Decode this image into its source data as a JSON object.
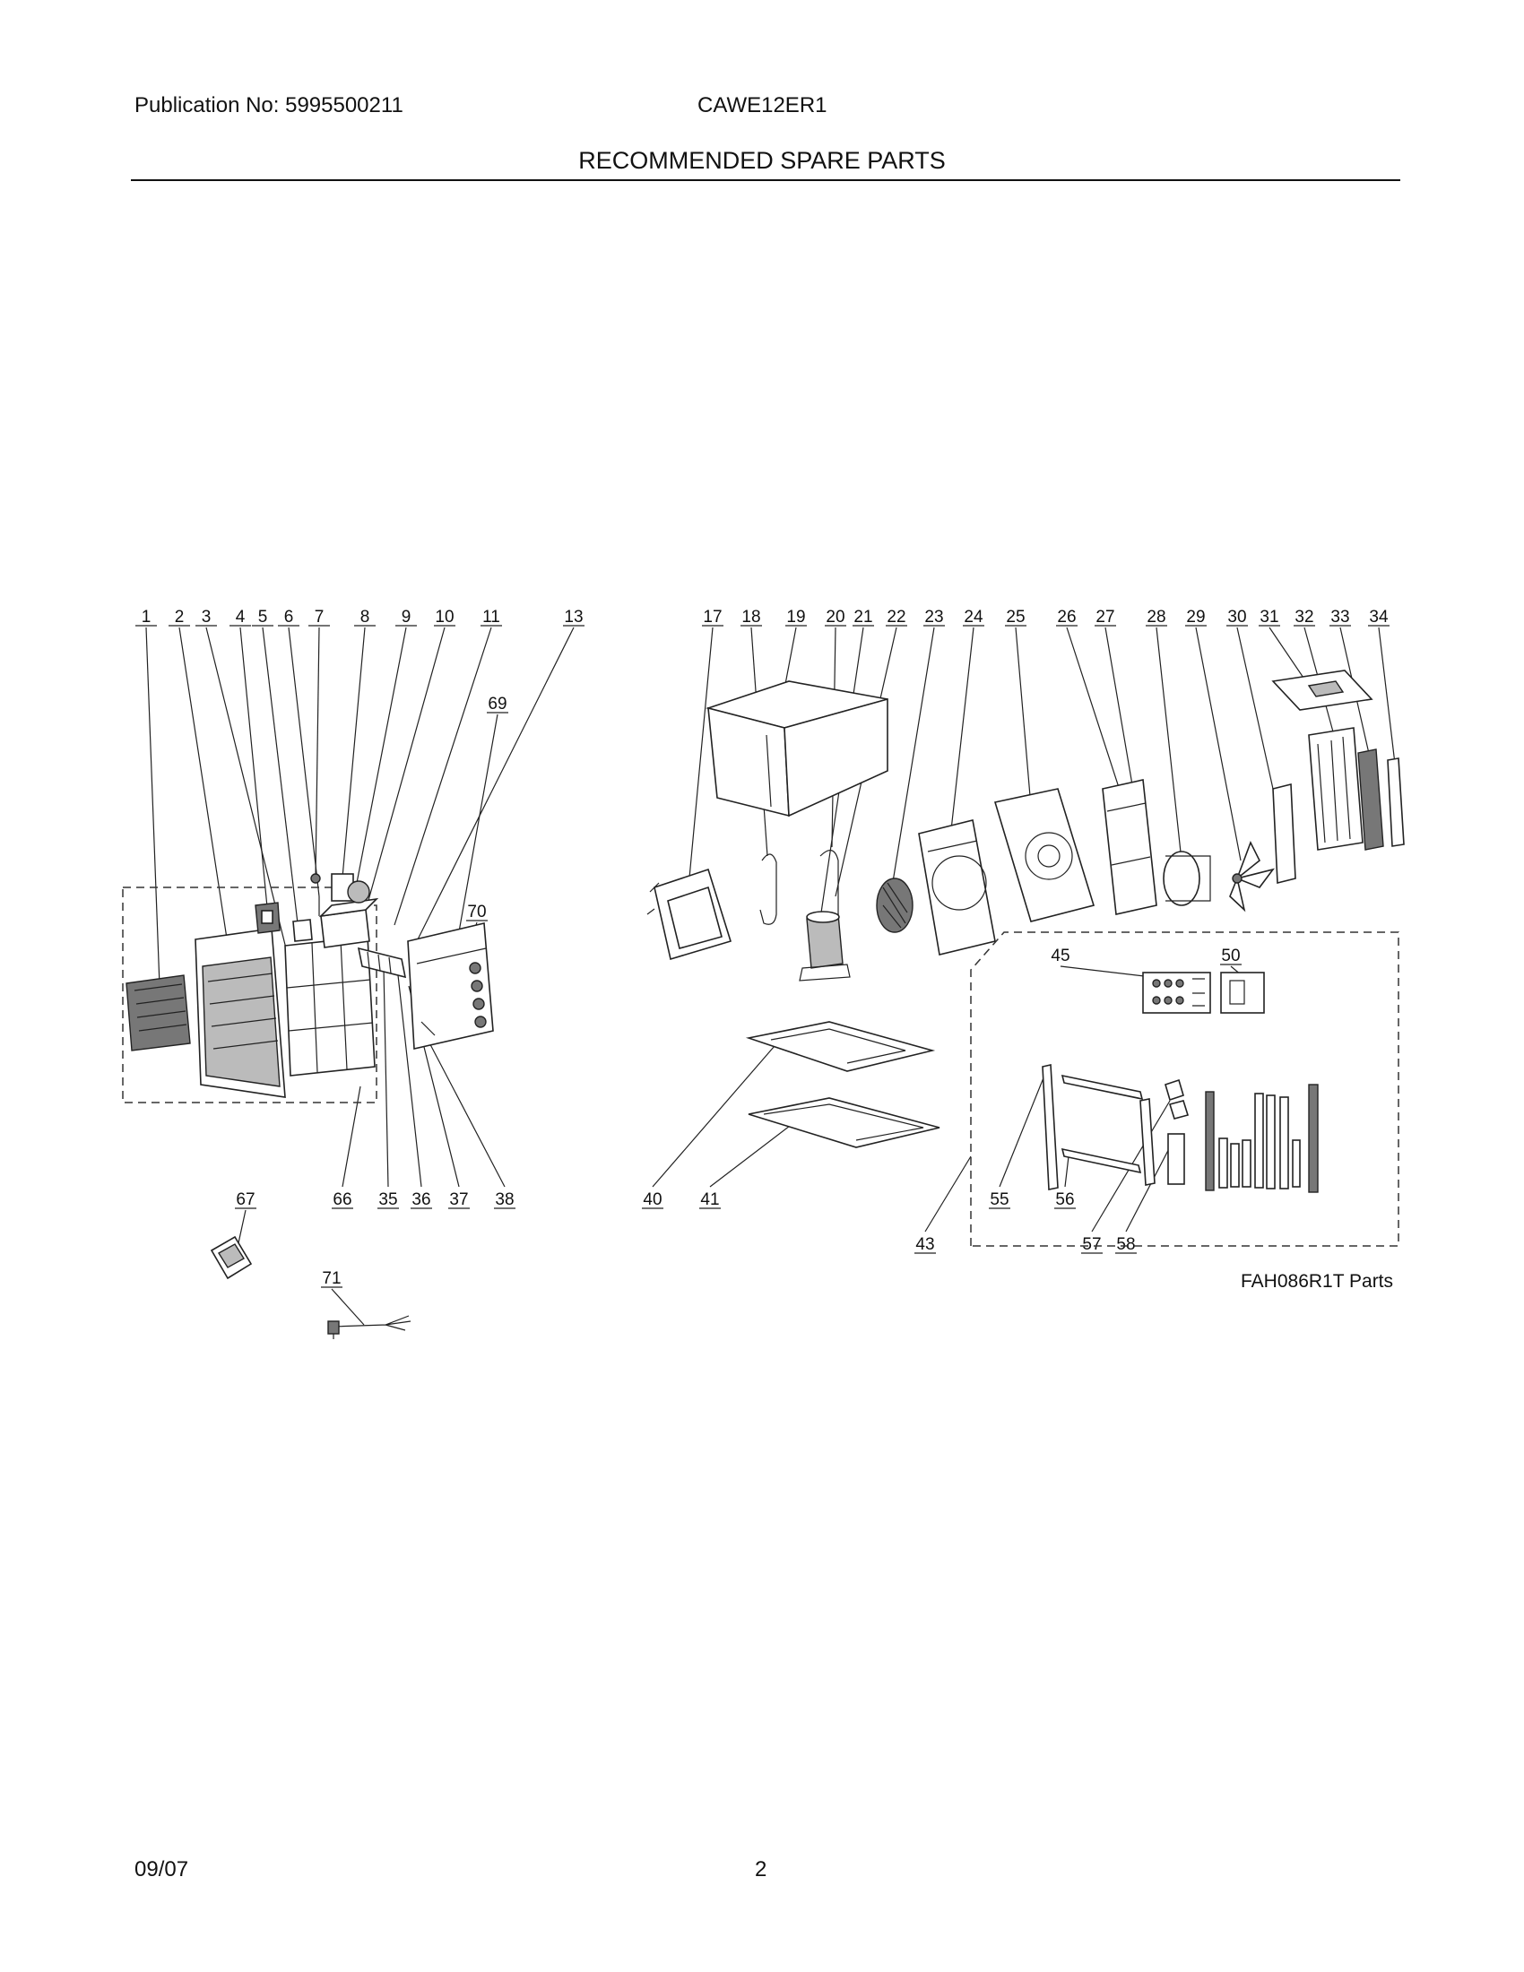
{
  "header": {
    "publication": "Publication No: 5995500211",
    "model": "CAWE12ER1",
    "title": "RECOMMENDED SPARE PARTS"
  },
  "diagram": {
    "callouts": [
      "1",
      "2",
      "3",
      "4",
      "5",
      "6",
      "7",
      "8",
      "9",
      "10",
      "11",
      "13",
      "69",
      "70",
      "66",
      "35",
      "36",
      "37",
      "38",
      "67",
      "71",
      "17",
      "18",
      "19",
      "20",
      "21",
      "22",
      "23",
      "24",
      "25",
      "26",
      "27",
      "28",
      "29",
      "30",
      "31",
      "32",
      "33",
      "34",
      "45",
      "50",
      "40",
      "41",
      "55",
      "56",
      "57",
      "58",
      "43"
    ],
    "kit_label": "FAH086R1T Parts"
  },
  "footer": {
    "date": "09/07",
    "page": "2"
  }
}
